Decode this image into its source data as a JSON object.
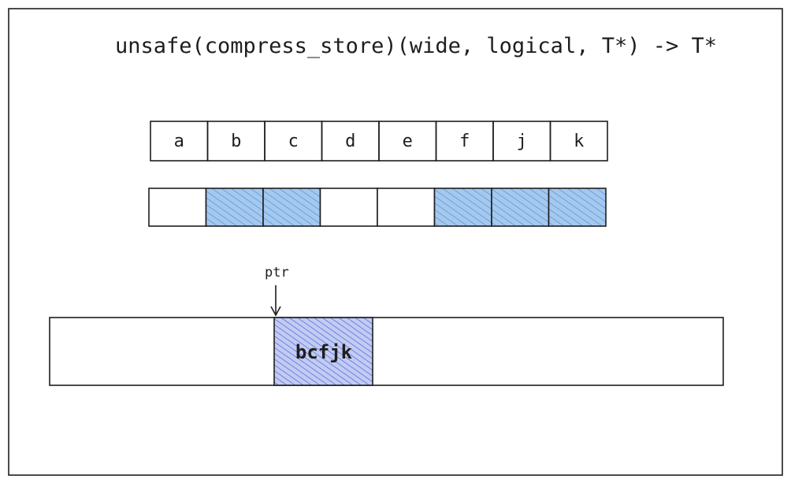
{
  "title": "unsafe(compress_store)(wide, logical, T*) -> T*",
  "wide": {
    "values": [
      "a",
      "b",
      "c",
      "d",
      "e",
      "f",
      "j",
      "k"
    ]
  },
  "logical": {
    "mask": [
      false,
      true,
      true,
      false,
      false,
      true,
      true,
      true
    ]
  },
  "pointer": {
    "label": "ptr"
  },
  "output": {
    "stored": "bcfjk"
  },
  "colors": {
    "ink": "#1e1e1e",
    "mask_fill": "#a5c8ee",
    "mask_hatch": "#4a8fd6",
    "result_fill": "#b7c3f0",
    "result_hatch": "#3b55d4"
  }
}
